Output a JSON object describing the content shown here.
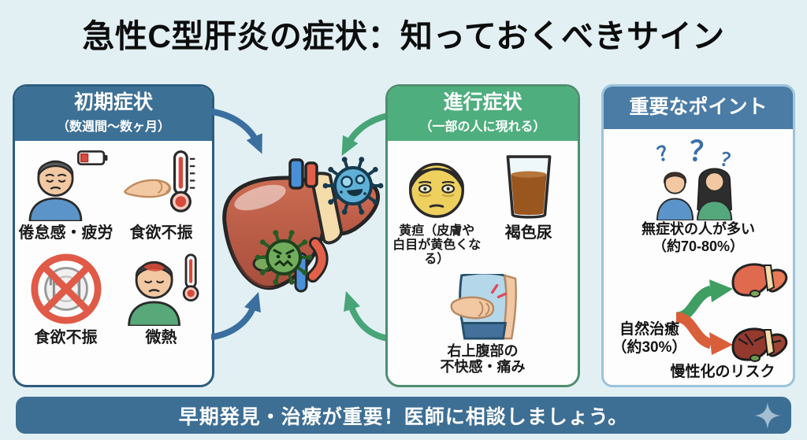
{
  "title": "急性C型肝炎の症状：知っておくべきサイン",
  "colors": {
    "page_bg": "#e2f0f4",
    "panel_bg": "#fdfdfd",
    "header_blue": "#3d7095",
    "border_blue": "#2c5d80",
    "header_green": "#4fae7e",
    "border_green": "#4e8f6e",
    "key_header_blue": "#4a7ca6",
    "key_border_blue": "#9cc3da",
    "footer_bg": "#3d6e94",
    "arrow_blue": "#3a6f9f",
    "arrow_green": "#47a578",
    "prohibition_red": "#e05a48",
    "branch_green": "#3f9e62",
    "branch_red": "#d95f3b",
    "question_blue": "#3a6fa8"
  },
  "initial_panel": {
    "title": "初期症状",
    "subtitle": "（数週間〜数ヶ月）",
    "items": [
      {
        "icon": "fatigue-person-battery",
        "label": "倦怠感・疲労"
      },
      {
        "icon": "hand-thermometer",
        "label": "食欲不振"
      },
      {
        "icon": "no-appetite-plate",
        "label": "食欲不振"
      },
      {
        "icon": "fever-person",
        "label": "微熱"
      }
    ]
  },
  "progressive_panel": {
    "title": "進行症状",
    "subtitle": "（一部の人に現れる）",
    "jaundice": {
      "line1": "黄疸（皮膚や",
      "line2": "白目が黄色くなる）"
    },
    "urine_label": "褐色尿",
    "pain": {
      "line1": "右上腹部の",
      "line2": "不快感・痛み"
    }
  },
  "key_panel": {
    "title": "重要なポイント",
    "question_marks": [
      "？",
      "？",
      "？"
    ],
    "asymptomatic": {
      "line1": "無症状の人が多い",
      "line2": "（約70-80%）"
    },
    "natural": {
      "line1": "自然治癒",
      "line2": "（約30%）"
    },
    "chronic_label": "慢性化のリスク"
  },
  "footer": {
    "message": "早期発見・治療が重要！医師に相談しましょう。"
  }
}
